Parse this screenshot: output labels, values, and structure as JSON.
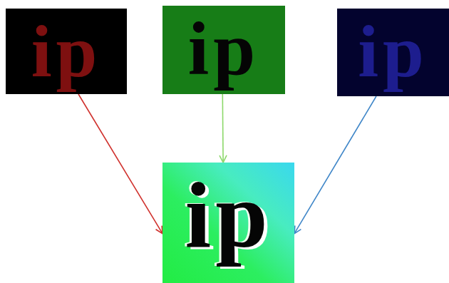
{
  "diagram": {
    "nodes": [
      {
        "text": [
          "ip"
        ]
      },
      {
        "text": [
          "ip"
        ]
      },
      {
        "text": [
          "ip"
        ]
      },
      {
        "text": [
          "ip"
        ]
      }
    ],
    "edges": [
      {
        "from": 0,
        "to": 3,
        "arrow": "to"
      },
      {
        "from": 1,
        "to": 3,
        "arrow": "to"
      },
      {
        "from": 2,
        "to": 3,
        "arrow": "to"
      }
    ]
  }
}
